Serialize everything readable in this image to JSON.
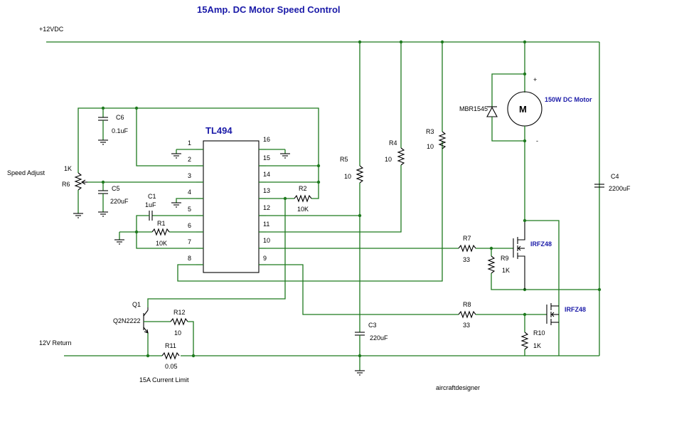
{
  "title": "15Amp. DC Motor Speed Control",
  "rails": {
    "supply": "+12VDC",
    "return": "12V Return"
  },
  "ic": {
    "name": "TL494",
    "left_pins": [
      "1",
      "2",
      "3",
      "4",
      "5",
      "6",
      "7",
      "8"
    ],
    "right_pins": [
      "16",
      "15",
      "14",
      "13",
      "12",
      "11",
      "10",
      "9"
    ]
  },
  "components": {
    "c6": {
      "ref": "C6",
      "value": "0.1uF"
    },
    "c5": {
      "ref": "C5",
      "value": "220uF"
    },
    "c1": {
      "ref": "C1",
      "value": "1uF"
    },
    "r1": {
      "ref": "R1",
      "value": "10K"
    },
    "r2": {
      "ref": "R2",
      "value": "10K"
    },
    "r6": {
      "ref": "R6",
      "value": "1K",
      "label": "Speed Adjust"
    },
    "r5": {
      "ref": "R5",
      "value": "10"
    },
    "r4": {
      "ref": "R4",
      "value": "10"
    },
    "r3": {
      "ref": "R3",
      "value": "10"
    },
    "c3": {
      "ref": "C3",
      "value": "220uF"
    },
    "c4": {
      "ref": "C4",
      "value": "2200uF"
    },
    "r7": {
      "ref": "R7",
      "value": "33"
    },
    "r9": {
      "ref": "R9",
      "value": "1K"
    },
    "r8": {
      "ref": "R8",
      "value": "33"
    },
    "r10": {
      "ref": "R10",
      "value": "1K"
    },
    "q1": {
      "ref": "Q1",
      "part": "Q2N2222"
    },
    "r12": {
      "ref": "R12",
      "value": "10"
    },
    "r11": {
      "ref": "R11",
      "value": "0.05"
    },
    "d1": {
      "part": "MBR1545"
    },
    "m1": {
      "symbol": "M",
      "label": "150W DC Motor",
      "plus": "+",
      "minus": "-"
    },
    "mosfet_top": {
      "part": "IRFZ48"
    },
    "mosfet_bottom": {
      "part": "IRFZ48"
    }
  },
  "notes": {
    "current_limit": "15A Current Limit",
    "credit": "aircraftdesigner"
  }
}
